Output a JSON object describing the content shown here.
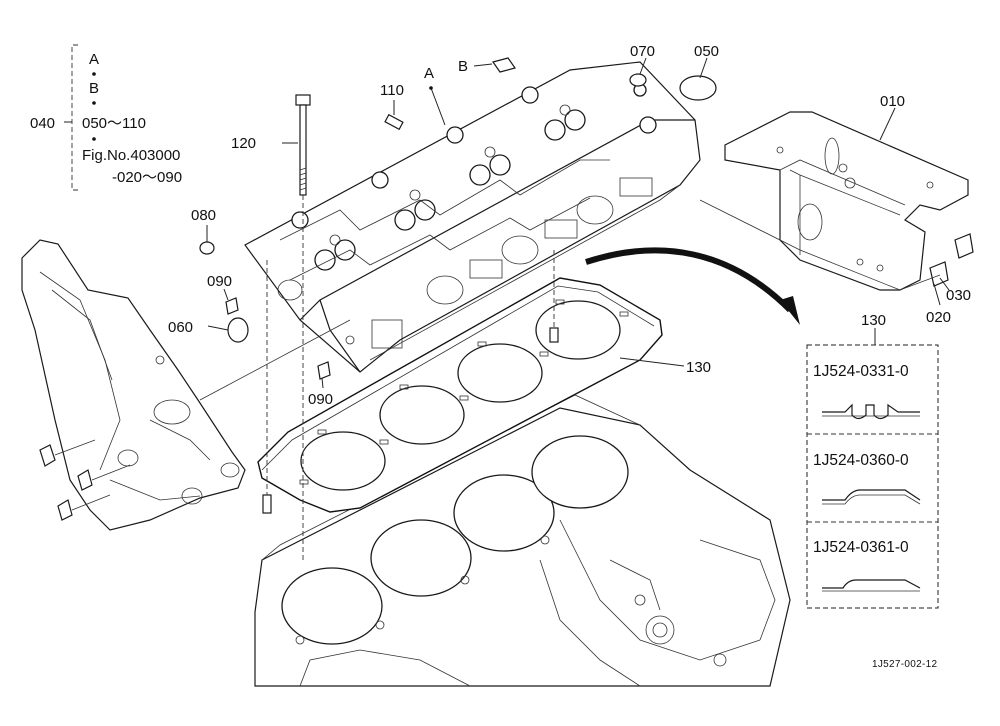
{
  "group_note": {
    "prefix": "040",
    "line_a": "A",
    "line_b": "B",
    "line_range": "050～110",
    "line_fig": "Fig.No.403000",
    "line_fig_range": "-020～090"
  },
  "callouts": {
    "c010": "010",
    "c020": "020",
    "c030": "030",
    "c050": "050",
    "c060": "060",
    "c070": "070",
    "c080": "080",
    "c090_upper": "090",
    "c090_lower": "090",
    "c110": "110",
    "c120": "120",
    "c130": "130",
    "letter_a": "A",
    "letter_b": "B"
  },
  "gasket_options": {
    "title": "130",
    "items": [
      {
        "part_no": "1J524-0331-0"
      },
      {
        "part_no": "1J524-0360-0"
      },
      {
        "part_no": "1J524-0361-0"
      }
    ]
  },
  "figure_ref": "1J527-002-12",
  "colors": {
    "ink": "#111111",
    "paper": "#ffffff"
  }
}
